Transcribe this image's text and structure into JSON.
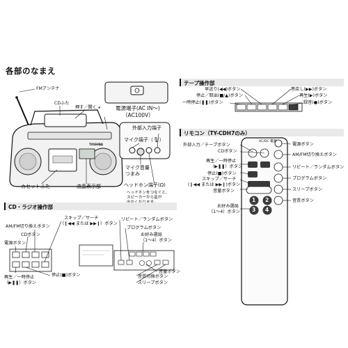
{
  "page": {
    "title": "各部のなまえ"
  },
  "main_unit": {
    "labels": {
      "fm_antenna": "FMアンテナ",
      "cd_lid": "CDふた",
      "push_open": "押す／開く",
      "power_jack_1": "電源端子(AC IN〜)",
      "power_jack_2": "（AC100V）",
      "external_input": "外部入力端子",
      "mic_jack": "マイク端子（",
      "mic_jack_end": "）",
      "mic_volume_1": "マイク音量",
      "mic_volume_2": "つまみ",
      "headphone_jack": "ヘッドホン端子(",
      "headphone_jack_end": ")",
      "headphone_note_1": "ヘッドホンをつなぐと、",
      "headphone_note_2": "スピーカーから音が",
      "headphone_note_3": "出なくなります。",
      "cassette_lid": "カセットふた",
      "display": "液晶表示部",
      "brand": "TOSHIBA"
    }
  },
  "tape_section": {
    "title": "テープ操作部",
    "labels": {
      "rewind": "早送り(◀◀)ボタン",
      "stop_eject": "停止／取出(■/▲)ボタン",
      "pause": "一時停止(❚❚)ボタン",
      "ff": "巻戻し(▶▶)ボタン",
      "play": "再生(▶)ボタン",
      "record": "録音(●)ボタン"
    }
  },
  "remote_section": {
    "title": "リモコン（TY-CDH7のみ）",
    "labels": {
      "ext_tape": "外部入力／テープボタン",
      "cd": "CDボタン",
      "play_pause_1": "再生／一時停止",
      "play_pause_2": "（▶❚❚）ボタン",
      "stop": "停止(■)ボタン",
      "skip_1": "スキップ／サーチ",
      "skip_2": "(❙◀◀ または ▶▶❙)ボタン",
      "volume": "音量ボタン",
      "fav_1": "お好み選局",
      "fav_2": "（1〜4）ボタン",
      "power": "電源ボタン",
      "am_fm": "AM/FM切り換えボタン",
      "repeat_random": "リピート／ランダムボタン",
      "program": "プログラムボタン",
      "sleep": "スリープボタン",
      "sound_quality": "音質ボタン",
      "header": "AC/DC 電源"
    },
    "buttons": {
      "b1": "1",
      "b2": "2",
      "b3": "3",
      "b4": "4"
    }
  },
  "cd_radio_section": {
    "title": "CD・ラジオ操作部",
    "labels": {
      "am_fm": "AM/FM切り換えボタン",
      "cd": "CDボタン",
      "power": "電源ボタン",
      "play_pause_1": "再生／一時停止",
      "play_pause_2": "（▶❚❚）ボタン",
      "stop": "停止(■)ボタン",
      "skip_1": "スキップ／サーチ",
      "skip_2": "（❙◀◀ または ▶▶❙）ボタン",
      "repeat_random": "リピート／ランダムボタン",
      "program": "プログラムボタン",
      "fav_1": "お好み選局",
      "fav_2": "（1〜4）ボタン",
      "volume": "音量ボタン",
      "sound_quality": "音質切換ボタン",
      "sleep": "スリープボタン"
    }
  },
  "colors": {
    "line": "#111111",
    "bar_bg": "#e9e9e9",
    "device_fill": "#f2f2f2",
    "button_dark": "#3a3a3a"
  }
}
